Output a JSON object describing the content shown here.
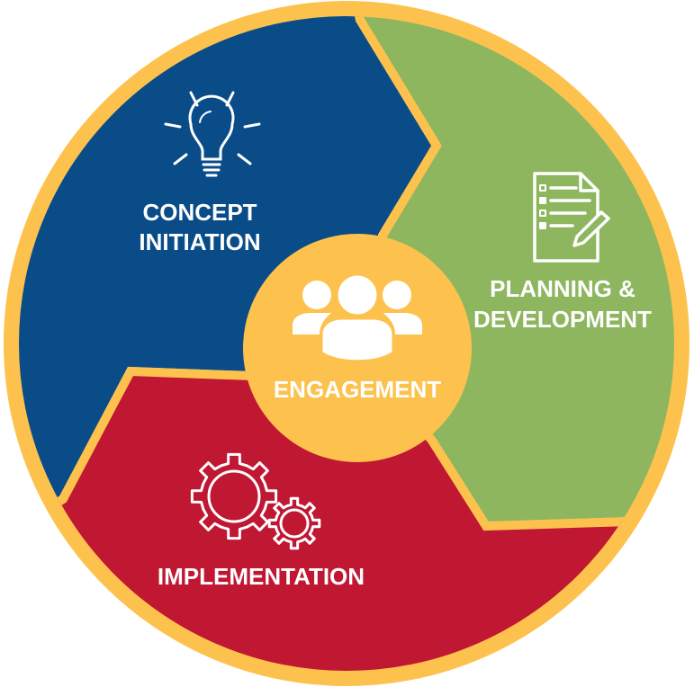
{
  "title": "Engagement cycle",
  "center": {
    "label": "ENGAGEMENT",
    "icon": "people-icon"
  },
  "stages": [
    {
      "line1": "CONCEPT",
      "line2": "INITIATION",
      "icon": "lightbulb-icon"
    },
    {
      "line1": "PLANNING &",
      "line2": "DEVELOPMENT",
      "icon": "checklist-document-icon"
    },
    {
      "line1": "IMPLEMENTATION",
      "line2": "",
      "icon": "gears-icon"
    }
  ],
  "colors": {
    "ring": "#FDC24E",
    "concept": "#0A4C88",
    "planning": "#8DB65E",
    "implementation": "#C01733",
    "text": "#FFFFFF"
  }
}
